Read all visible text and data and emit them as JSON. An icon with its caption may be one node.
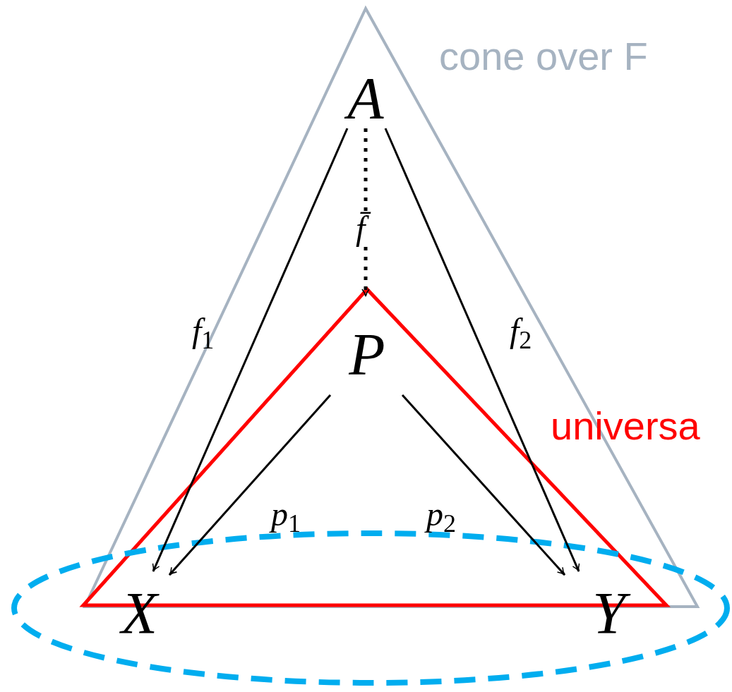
{
  "diagram": {
    "nodes": [
      {
        "text": [
          "A"
        ]
      },
      {
        "text": [
          "P"
        ]
      },
      {
        "text": [
          "X"
        ]
      },
      {
        "text": [
          "Y"
        ]
      }
    ],
    "edges": [
      {
        "from": 0,
        "to": 2,
        "arrow": "to",
        "label": "*f*$_{1}$"
      },
      {
        "from": 0,
        "to": 1,
        "arrow": "to",
        "label": "f̄",
        "style": "dashed"
      },
      {
        "from": 0,
        "to": 3,
        "arrow": "to",
        "label": "*f*$_{2}$"
      },
      {
        "from": 1,
        "to": 2,
        "arrow": "to",
        "label": "*p*$_{1}$"
      },
      {
        "from": 1,
        "to": 3,
        "arrow": "to",
        "label": "*p*$_{2}$"
      }
    ],
    "labels": [
      "cone over F",
      "universa"
    ]
  }
}
